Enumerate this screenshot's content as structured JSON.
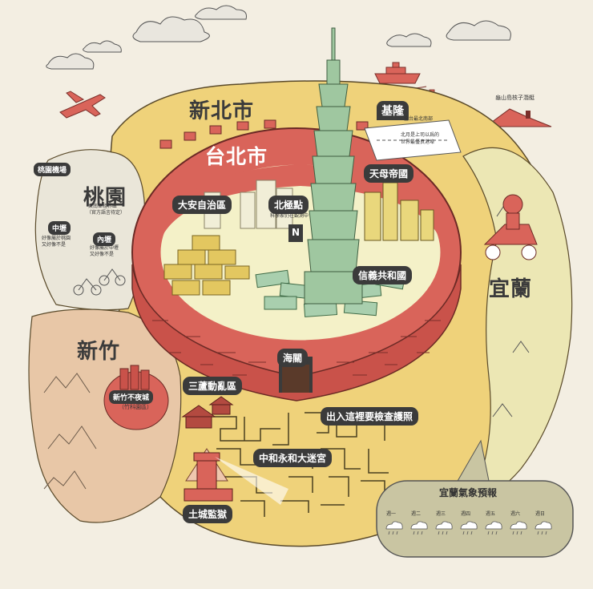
{
  "regions": {
    "new_taipei": "新北市",
    "taipei": "台北市",
    "taoyuan": "桃園",
    "hsinchu": "新竹",
    "yilan": "宜蘭",
    "keelung": "基隆"
  },
  "labels": {
    "taoyuan_airport": "桃園機場",
    "taoyuan_note_1": "東南亞租界區",
    "taoyuan_note_2": "（官方語言待定）",
    "zhongli": "中壢",
    "zhongli_note_1": "好像屬於桃園",
    "zhongli_note_2": "又好像不是",
    "neili": "內壢",
    "neili_note_1": "好像屬於中壢",
    "neili_note_2": "又好像不是",
    "daan": "大安自治區",
    "north_pole": "北極點",
    "north_pole_note": "科學家仍在觀測中",
    "tianmu": "天母帝國",
    "xinyi": "信義共和國",
    "customs": "海關",
    "sanlu": "三蘆動亂區",
    "passport": "出入這裡要檢查護照",
    "zhonghe_yonghe": "中和永和大迷宮",
    "tucheng": "土城監獄",
    "hsinchu_city": "新竹不夜城",
    "science_park": "（竹科園區）",
    "keelung_note_1": "全台最北南部",
    "keelung_note_2": "北月是上司以爲的",
    "keelung_note_3": "世界最優良港埠",
    "guishan": "龜山島核子潛艇",
    "north_marker": "N"
  },
  "weather": {
    "title": "宜蘭氣象預報",
    "days": [
      "週一",
      "週二",
      "週三",
      "週四",
      "週五",
      "週六",
      "週日"
    ],
    "forecast": [
      "rain-cloud-icon",
      "rain-cloud-icon",
      "rain-cloud-icon",
      "rain-cloud-icon",
      "rain-cloud-icon",
      "rain-cloud-icon",
      "rain-cloud-icon"
    ]
  },
  "colors": {
    "background": "#f3eee2",
    "new_taipei_fill": "#efd27a",
    "taipei_wall": "#d9645a",
    "inner_ground": "#f4f1c8",
    "yilan_fill": "#ece7b4",
    "taoyuan_fill": "#eae6d9",
    "hsinchu_fill": "#e8c7a7",
    "ink": "#3b3b3b",
    "tower": "#9fc7a0"
  }
}
